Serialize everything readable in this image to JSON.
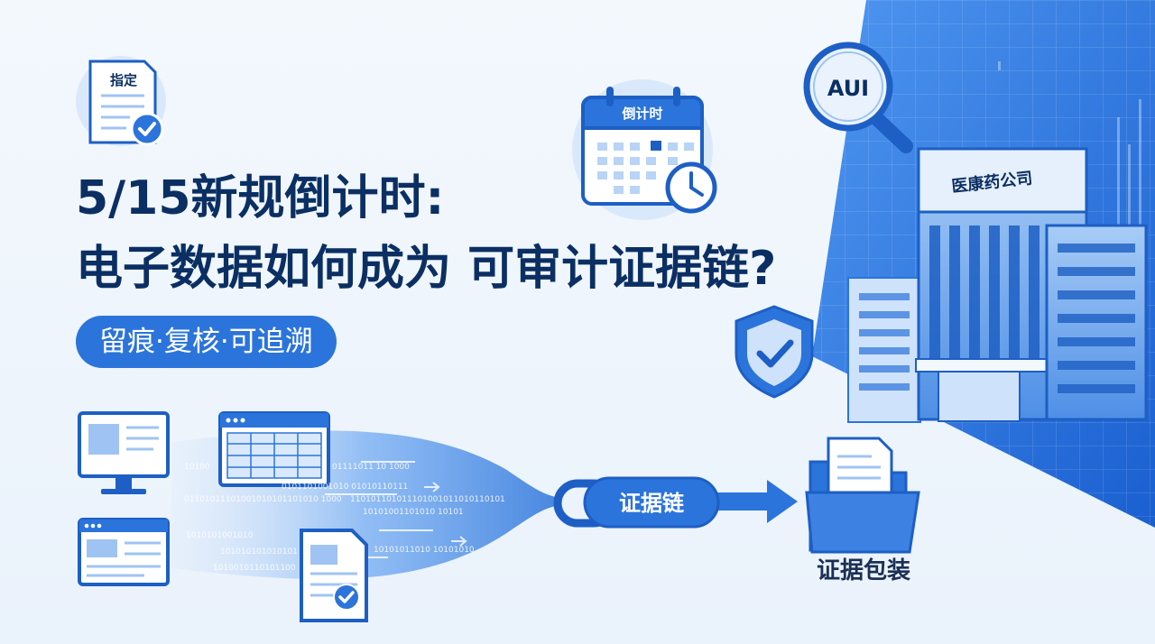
{
  "headline": {
    "line1": "5/15新规倒计时:",
    "line2": "电子数据如何成为 可审计证据链?"
  },
  "tagline": "留痕·复核·可追溯",
  "icons": {
    "designated_doc_label": "指定",
    "calendar_label": "倒计时",
    "magnifier_label": "AUI",
    "company_sign": "医康药公司"
  },
  "flow": {
    "chain_label": "证据链",
    "package_label": "证据包装",
    "binary_rows": [
      "10100",
      "01111011 10 1000",
      "0101101001010 01010110111",
      "01101011101001010101101010 1000",
      "110101101011101001011010110101",
      "10101001101010 10101",
      "1010101001010",
      "101010101010101",
      "10101011010 10101010",
      "1010010110101100"
    ]
  },
  "colors": {
    "primary": "#2b74db",
    "navy": "#0b2f63",
    "light_blue": "#d6e7fb",
    "bg": "#eef4fb"
  }
}
